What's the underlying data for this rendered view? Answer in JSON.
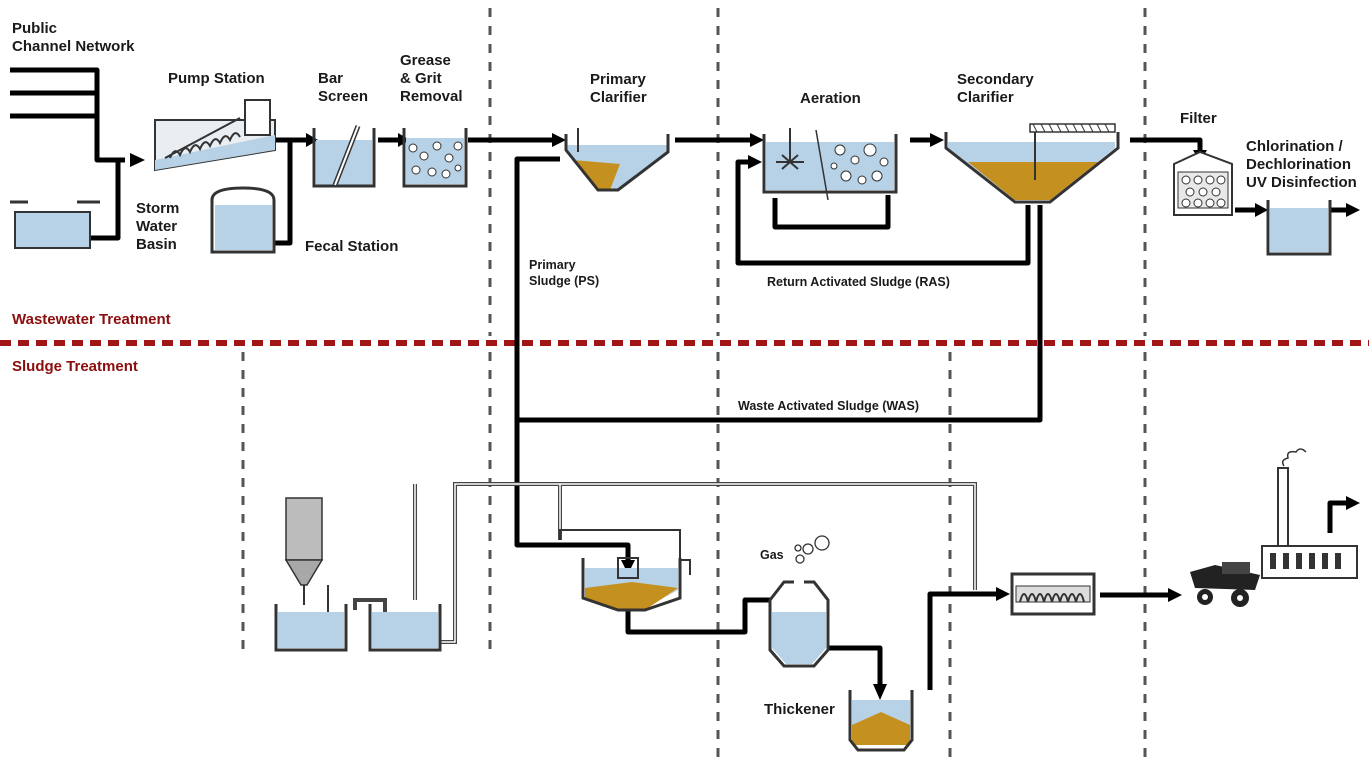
{
  "colors": {
    "water": "#b7d2e6",
    "sludge": "#c4901f",
    "pipe": "#000000",
    "divider": "#555555",
    "section_divider": "#a01515",
    "section_text": "#8b0d0d"
  },
  "labels": {
    "public_channel_network": "Public\nChannel Network",
    "pump_station": "Pump Station",
    "storm_water_basin": "Storm\nWater\nBasin",
    "fecal_station": "Fecal Station",
    "bar_screen": "Bar\nScreen",
    "grease_grit_removal": "Grease\n& Grit\nRemoval",
    "primary_clarifier": "Primary\nClarifier",
    "aeration": "Aeration",
    "secondary_clarifier": "Secondary\nClarifier",
    "filter": "Filter",
    "chlorination": "Chlorination /\nDechlorination\nUV Disinfection",
    "primary_sludge": "Primary\nSludge (PS)",
    "return_activated_sludge": "Return Activated Sludge (RAS)",
    "waste_activated_sludge": "Waste Activated Sludge (WAS)",
    "wastewater_treatment": "Wastewater Treatment",
    "sludge_treatment": "Sludge Treatment",
    "gas": "Gas",
    "thickener": "Thickener"
  }
}
